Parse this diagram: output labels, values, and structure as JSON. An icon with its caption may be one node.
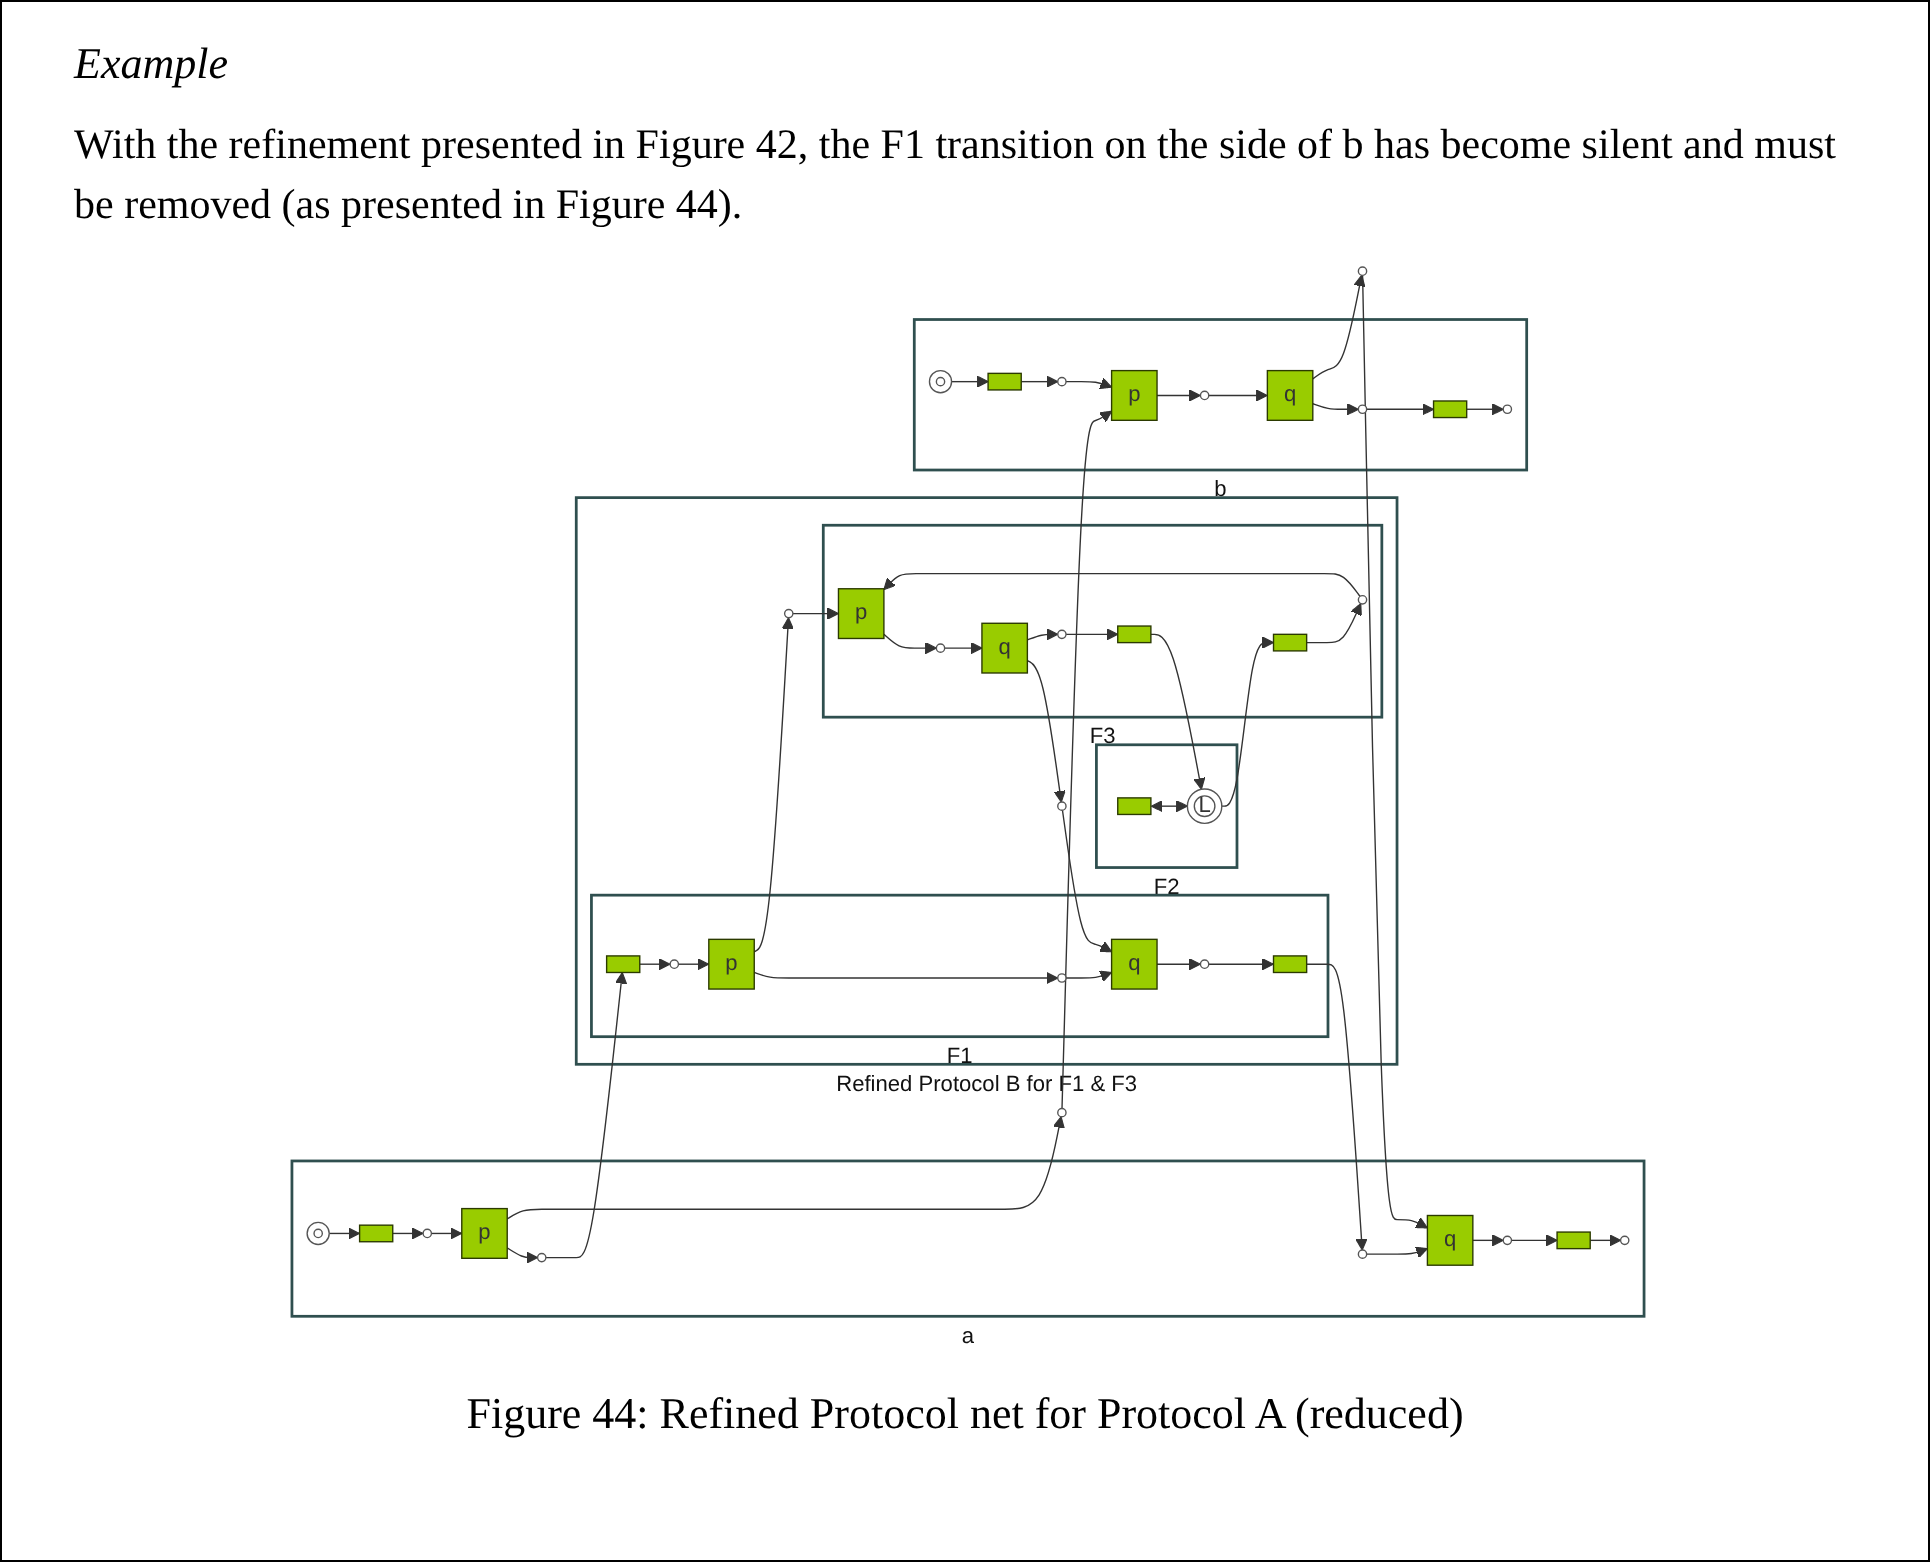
{
  "diagram": {
    "title": "Example",
    "caption": "Figure 44: Refined Protocol net for Protocol A (reduced)",
    "labels": [
      "With the refinement presented in Figure 42, the F1 transition on the side of b has become silent and must be removed (as presented in Figure 44)."
    ],
    "nodes": [
      {
        "text": [
          "a"
        ]
      },
      {
        "text": [],
        "shape": "dot-circle",
        "in": 0
      },
      {
        "text": [],
        "shape": "box",
        "in": 0
      },
      {
        "text": [],
        "shape": "circle",
        "in": 0
      },
      {
        "text": [
          "p"
        ],
        "in": 0
      },
      {
        "text": [],
        "shape": "circle",
        "in": 0
      },
      {
        "text": [],
        "shape": "circle",
        "in": 0
      },
      {
        "text": [
          "q"
        ],
        "in": 0
      },
      {
        "text": [],
        "shape": "circle",
        "in": 0
      },
      {
        "text": [],
        "shape": "box",
        "in": 0
      },
      {
        "text": [],
        "shape": "circle",
        "in": 0
      },
      {
        "text": [],
        "shape": "circle"
      },
      {
        "text": [],
        "shape": "circle"
      },
      {
        "text": [
          "Refined Protocol B for F1 & F3"
        ]
      },
      {
        "text": [
          "F1"
        ],
        "in": 13
      },
      {
        "text": [],
        "shape": "box",
        "in": 14
      },
      {
        "text": [],
        "shape": "circle",
        "in": 14
      },
      {
        "text": [
          "p"
        ],
        "in": 14
      },
      {
        "text": [],
        "shape": "circle",
        "in": 14
      },
      {
        "text": [
          "q"
        ],
        "in": 14
      },
      {
        "text": [],
        "shape": "circle",
        "in": 14
      },
      {
        "text": [],
        "shape": "box",
        "in": 14
      },
      {
        "text": [],
        "shape": "circle",
        "in": 13
      },
      {
        "text": [],
        "shape": "circle",
        "in": 13
      },
      {
        "text": [
          "F2"
        ],
        "in": 13
      },
      {
        "text": [],
        "shape": "box",
        "in": 24
      },
      {
        "text": [
          "L"
        ],
        "in": 24
      },
      {
        "text": [
          "F3"
        ],
        "in": 13
      },
      {
        "text": [],
        "shape": "box",
        "in": 27
      },
      {
        "text": [],
        "shape": "circle",
        "in": 27
      },
      {
        "text": [
          "p"
        ],
        "in": 27
      },
      {
        "text": [],
        "shape": "circle",
        "in": 27
      },
      {
        "text": [
          "q"
        ],
        "in": 27
      },
      {
        "text": [],
        "shape": "circle",
        "in": 27
      },
      {
        "text": [],
        "shape": "box",
        "in": 27
      },
      {
        "text": [
          "b"
        ]
      },
      {
        "text": [],
        "shape": "dot-circle",
        "in": 35
      },
      {
        "text": [],
        "shape": "box",
        "in": 35
      },
      {
        "text": [],
        "shape": "circle",
        "in": 35
      },
      {
        "text": [
          "p"
        ],
        "in": 35
      },
      {
        "text": [],
        "shape": "circle",
        "in": 35
      },
      {
        "text": [
          "q"
        ],
        "in": 35
      },
      {
        "text": [],
        "shape": "circle",
        "in": 35
      },
      {
        "text": [],
        "shape": "box",
        "in": 35
      },
      {
        "text": [],
        "shape": "circle",
        "in": 35
      }
    ],
    "edges": [
      {
        "from": 1,
        "to": 2,
        "arrow": "to"
      },
      {
        "from": 2,
        "to": 3,
        "arrow": "to"
      },
      {
        "from": 3,
        "to": 4,
        "arrow": "to"
      },
      {
        "from": 4,
        "to": 5,
        "arrow": "to"
      },
      {
        "from": 6,
        "to": 7,
        "arrow": "to"
      },
      {
        "from": 7,
        "to": 8,
        "arrow": "to"
      },
      {
        "from": 8,
        "to": 9,
        "arrow": "to"
      },
      {
        "from": 9,
        "to": 10,
        "arrow": "to"
      },
      {
        "from": 4,
        "to": 11,
        "arrow": "to"
      },
      {
        "from": 5,
        "to": 15,
        "arrow": "to"
      },
      {
        "from": 21,
        "to": 6,
        "arrow": "to"
      },
      {
        "from": 12,
        "to": 7,
        "arrow": "to"
      },
      {
        "from": 15,
        "to": 16,
        "arrow": "to"
      },
      {
        "from": 16,
        "to": 17,
        "arrow": "to"
      },
      {
        "from": 17,
        "to": 18,
        "arrow": "to"
      },
      {
        "from": 18,
        "to": 19,
        "arrow": "to"
      },
      {
        "from": 19,
        "to": 20,
        "arrow": "to"
      },
      {
        "from": 20,
        "to": 21,
        "arrow": "to"
      },
      {
        "from": 17,
        "to": 22,
        "arrow": "to"
      },
      {
        "from": 22,
        "to": 30,
        "arrow": "to"
      },
      {
        "from": 32,
        "to": 23,
        "arrow": "to"
      },
      {
        "from": 23,
        "to": 19,
        "arrow": "to"
      },
      {
        "from": 25,
        "to": 26,
        "arrow": "both"
      },
      {
        "from": 26,
        "to": 28,
        "arrow": "to"
      },
      {
        "from": 28,
        "to": 29,
        "arrow": "to"
      },
      {
        "from": 29,
        "to": 30,
        "arrow": "to"
      },
      {
        "from": 30,
        "to": 31,
        "arrow": "to"
      },
      {
        "from": 31,
        "to": 32,
        "arrow": "to"
      },
      {
        "from": 32,
        "to": 33,
        "arrow": "to"
      },
      {
        "from": 33,
        "to": 34,
        "arrow": "to"
      },
      {
        "from": 34,
        "to": 26,
        "arrow": "to"
      },
      {
        "from": 36,
        "to": 37,
        "arrow": "to"
      },
      {
        "from": 37,
        "to": 38,
        "arrow": "to"
      },
      {
        "from": 38,
        "to": 39,
        "arrow": "to"
      },
      {
        "from": 39,
        "to": 40,
        "arrow": "to"
      },
      {
        "from": 40,
        "to": 41,
        "arrow": "to"
      },
      {
        "from": 41,
        "to": 42,
        "arrow": "to"
      },
      {
        "from": 42,
        "to": 43,
        "arrow": "to"
      },
      {
        "from": 43,
        "to": 44,
        "arrow": "to"
      },
      {
        "from": 11,
        "to": 39,
        "arrow": "to"
      },
      {
        "from": 41,
        "to": 12,
        "arrow": "to"
      }
    ]
  }
}
